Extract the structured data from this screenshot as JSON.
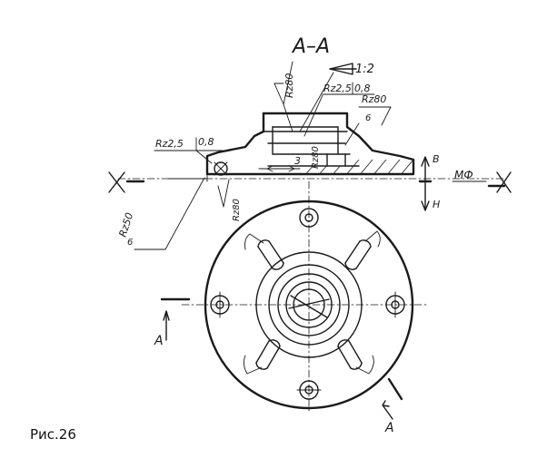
{
  "section_title": "А–А",
  "caption": "Рис.26",
  "labels": {
    "taper": "1:2",
    "rz_top": "Rz80",
    "rz25_top": "Rz2,5",
    "v08_top": "0,8",
    "rz80_right": "Rz80",
    "grade_right": "6",
    "rz25_left": "Rz2,5",
    "v08_left": "0,8",
    "rz50": "Rz50",
    "grade_left": "6",
    "rz80_bottom": "Rz80",
    "rz80_inner": "Rz80",
    "dim_3": "3",
    "dir_v": "В",
    "dir_n": "Н",
    "mf": "МФ",
    "cut_a_left": "А",
    "cut_a_right": "А"
  }
}
